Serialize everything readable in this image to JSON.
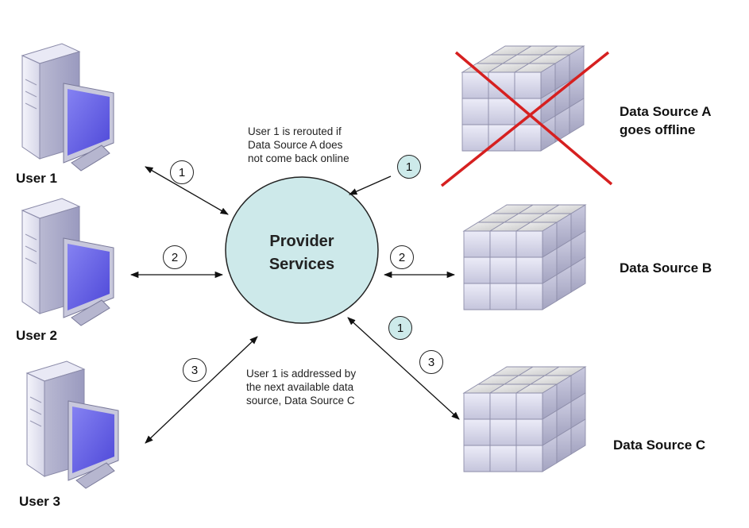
{
  "center": {
    "title_line1": "Provider",
    "title_line2": "Services"
  },
  "users": [
    {
      "label": "User 1"
    },
    {
      "label": "User 2"
    },
    {
      "label": "User 3"
    }
  ],
  "data_sources": [
    {
      "label_line1": "Data Source A",
      "label_line2": "goes offline",
      "offline": true
    },
    {
      "label_line1": "Data Source B",
      "label_line2": "",
      "offline": false
    },
    {
      "label_line1": "Data Source C",
      "label_line2": "",
      "offline": false
    }
  ],
  "badges": {
    "user1": "1",
    "user2": "2",
    "user3": "3",
    "sourceA": "1",
    "sourceB": "2",
    "sourceC_reroute": "1",
    "sourceC": "3"
  },
  "notes": {
    "top": [
      "User 1 is rerouted if",
      "Data Source A does",
      "not come back online"
    ],
    "bottom": [
      "User 1 is addressed by",
      "the next available data",
      "source, Data Source C"
    ]
  },
  "colors": {
    "center_fill": "#cde9ea",
    "badge_highlight": "#cdeaea",
    "offline_cross": "#d62020",
    "monitor_screen": "#6a66e8",
    "cube_face": "#dcdcec"
  }
}
